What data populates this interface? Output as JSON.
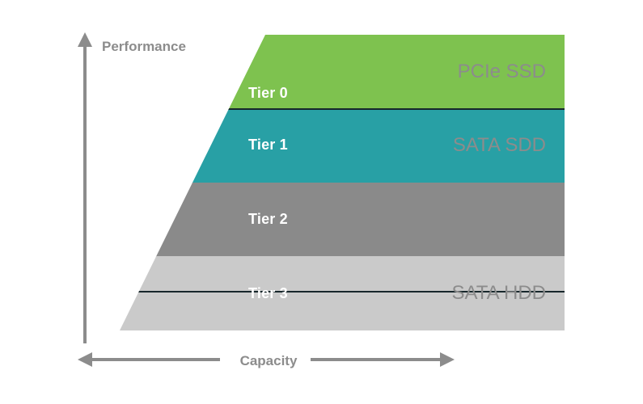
{
  "diagram": {
    "y_axis_label": "Performance",
    "x_axis_label": "Capacity",
    "tiers": [
      {
        "label": "Tier 0",
        "media": "PCIe SSD",
        "color": "#7EC24F"
      },
      {
        "label": "Tier 1",
        "media": "SATA SDD",
        "color": "#28A0A5"
      },
      {
        "label": "Tier 2",
        "media": "",
        "color": "#8A8A8A"
      },
      {
        "label": "Tier 3",
        "media": "SATA HDD",
        "color": "#CACACA"
      }
    ],
    "colors": {
      "axis": "#8C8C8C",
      "tier_text": "#ffffff",
      "media_text": "#8C8C8C",
      "separator": "#17272B",
      "background": "#ffffff"
    }
  }
}
